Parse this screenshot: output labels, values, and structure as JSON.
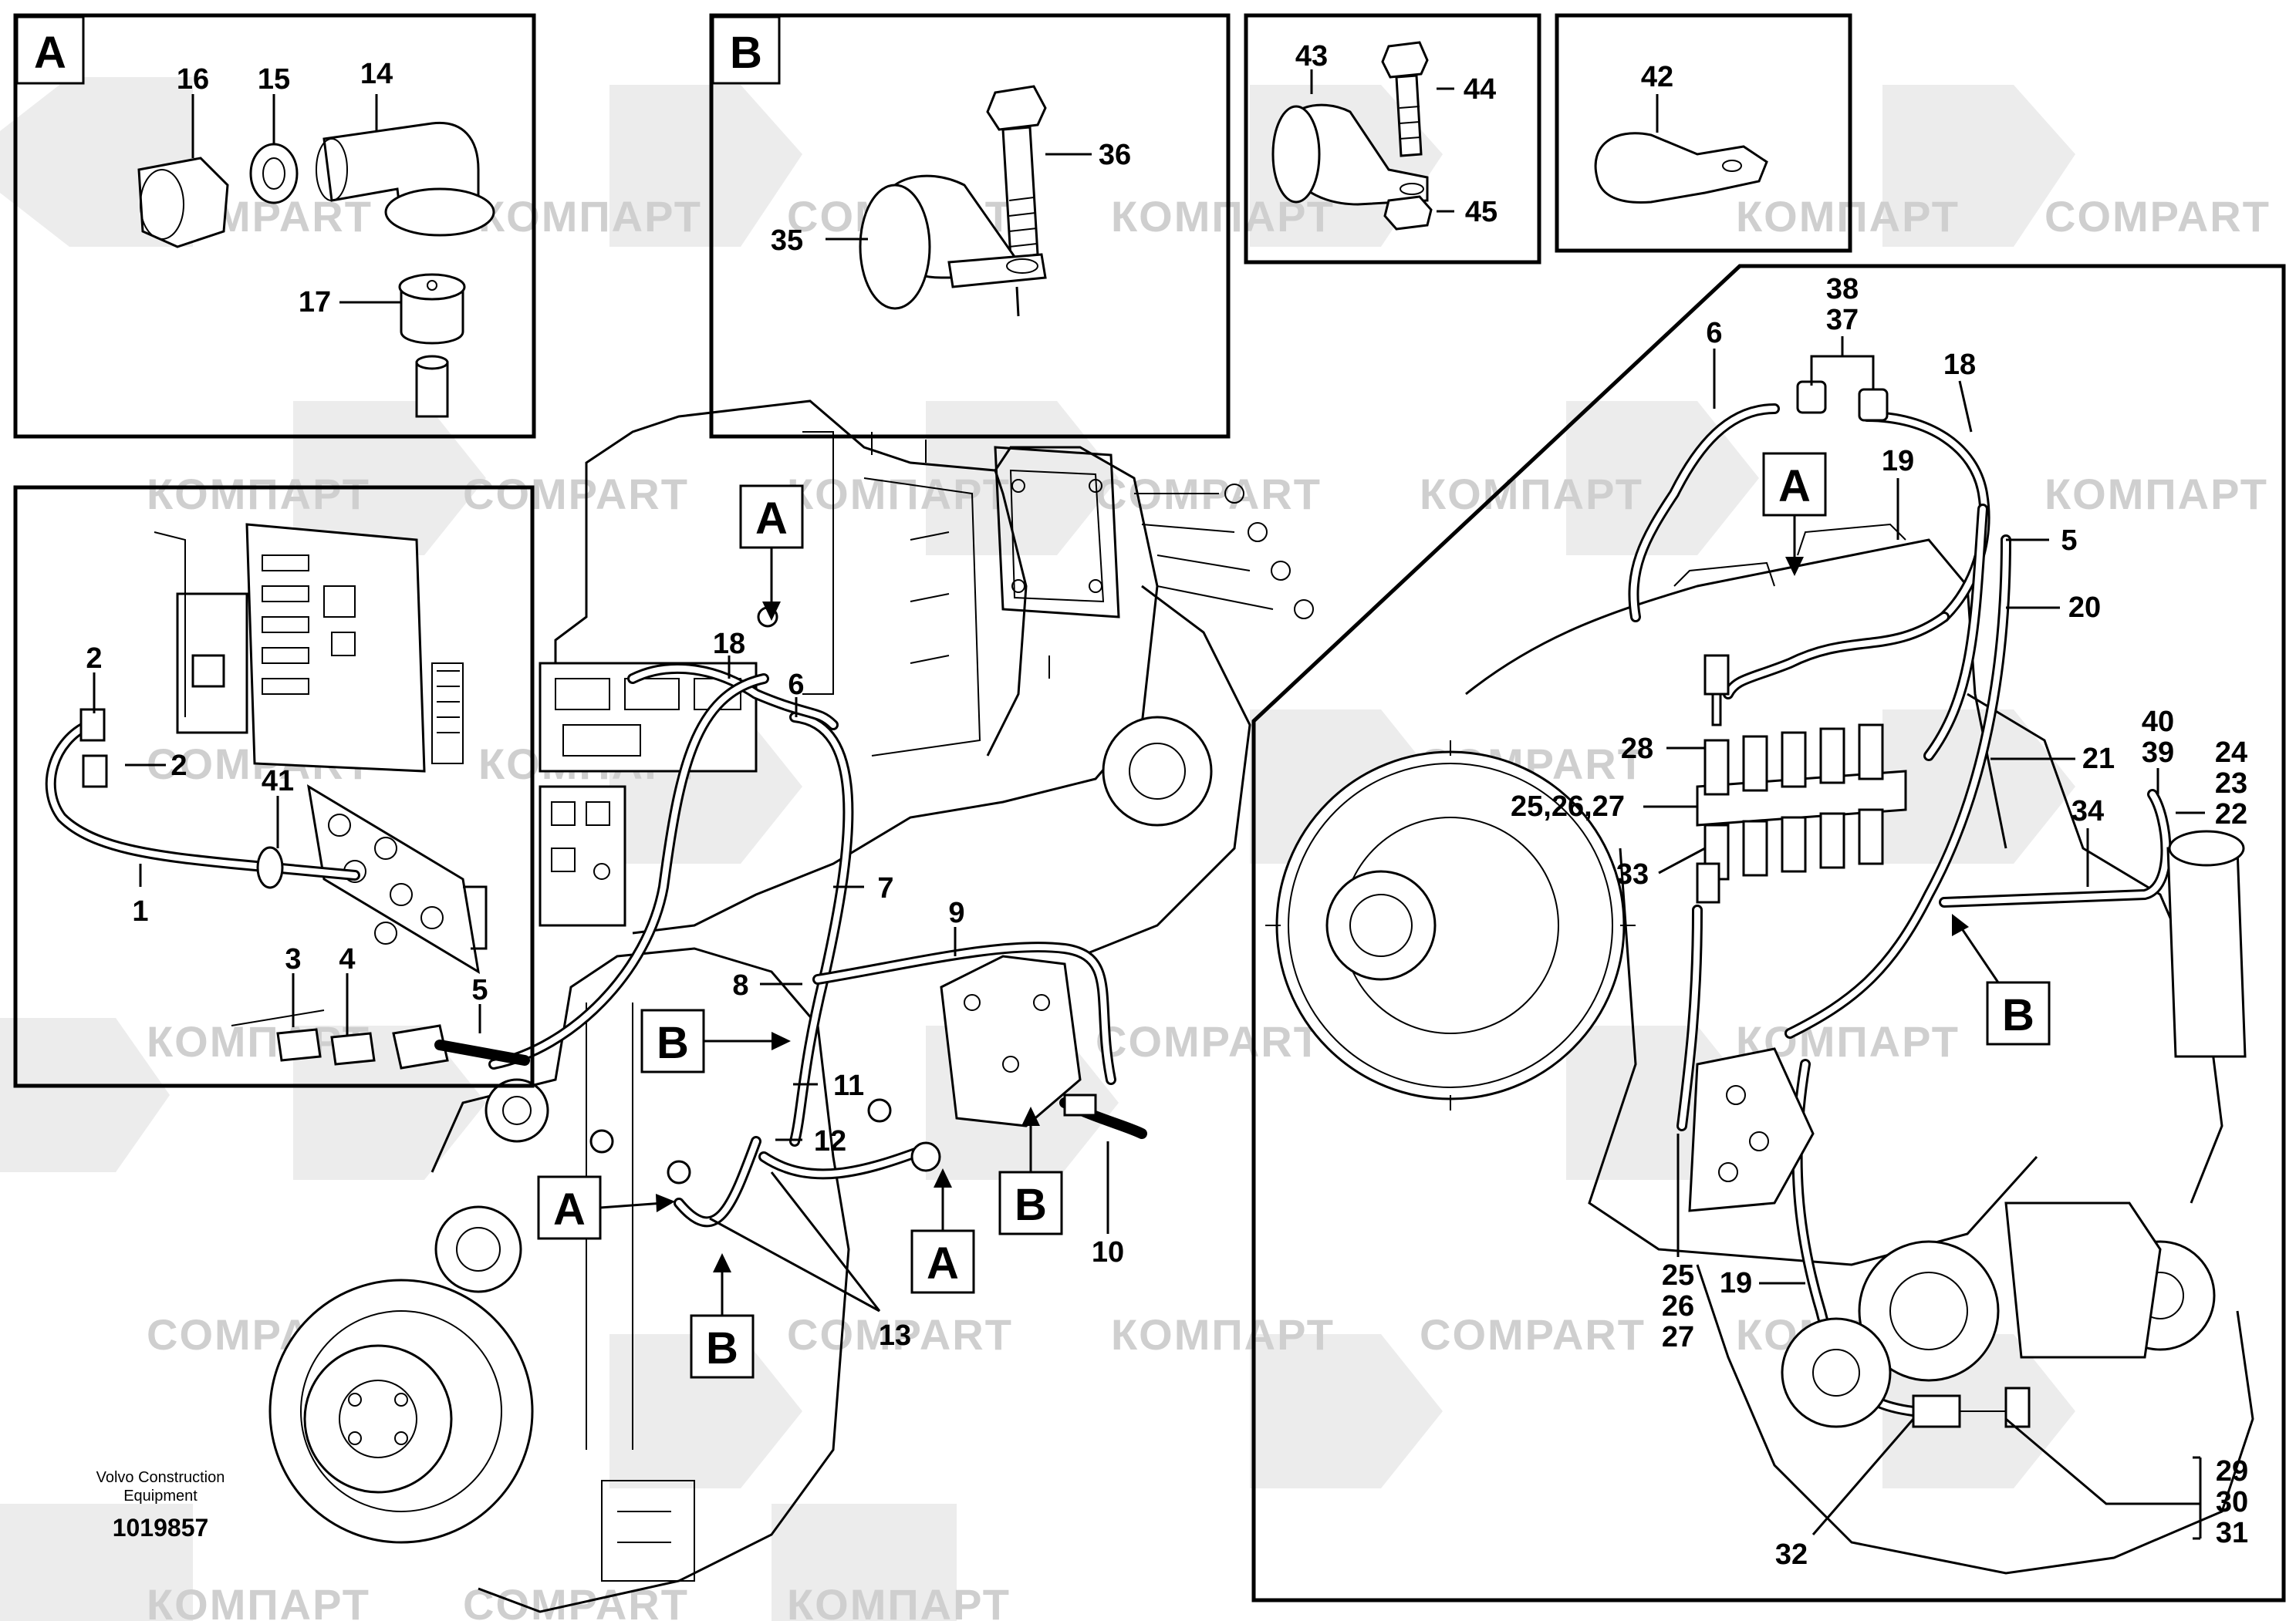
{
  "watermarks": [
    "КОМПАРТ",
    "COMPART"
  ],
  "callouts": [
    "A",
    "B"
  ],
  "panel_tags": {
    "detail_a": "A",
    "detail_b": "B"
  },
  "part_numbers": {
    "n1": "1",
    "n2a": "2",
    "n2b": "2",
    "n3": "3",
    "n4": "4",
    "n5a": "5",
    "n5b": "5",
    "n6a": "6",
    "n6b": "6",
    "n7": "7",
    "n8": "8",
    "n9": "9",
    "n10": "10",
    "n11": "11",
    "n12": "12",
    "n13": "13",
    "n14": "14",
    "n15": "15",
    "n16": "16",
    "n17": "17",
    "n18a": "18",
    "n18b": "18",
    "n19a": "19",
    "n19b": "19",
    "n20": "20",
    "n21": "21",
    "n22": "22",
    "n23": "23",
    "n24": "24",
    "n25": "25",
    "n26": "26",
    "n27": "27",
    "n252627": "25,26,27",
    "n28": "28",
    "n29": "29",
    "n30": "30",
    "n31": "31",
    "n32": "32",
    "n33": "33",
    "n34": "34",
    "n35": "35",
    "n36": "36",
    "n37": "37",
    "n38": "38",
    "n39": "39",
    "n40": "40",
    "n41": "41",
    "n42": "42",
    "n43": "43",
    "n44": "44",
    "n45": "45"
  },
  "footer": {
    "credit_line1": "Volvo Construction",
    "credit_line2": "Equipment",
    "doc_number": "1019857"
  }
}
